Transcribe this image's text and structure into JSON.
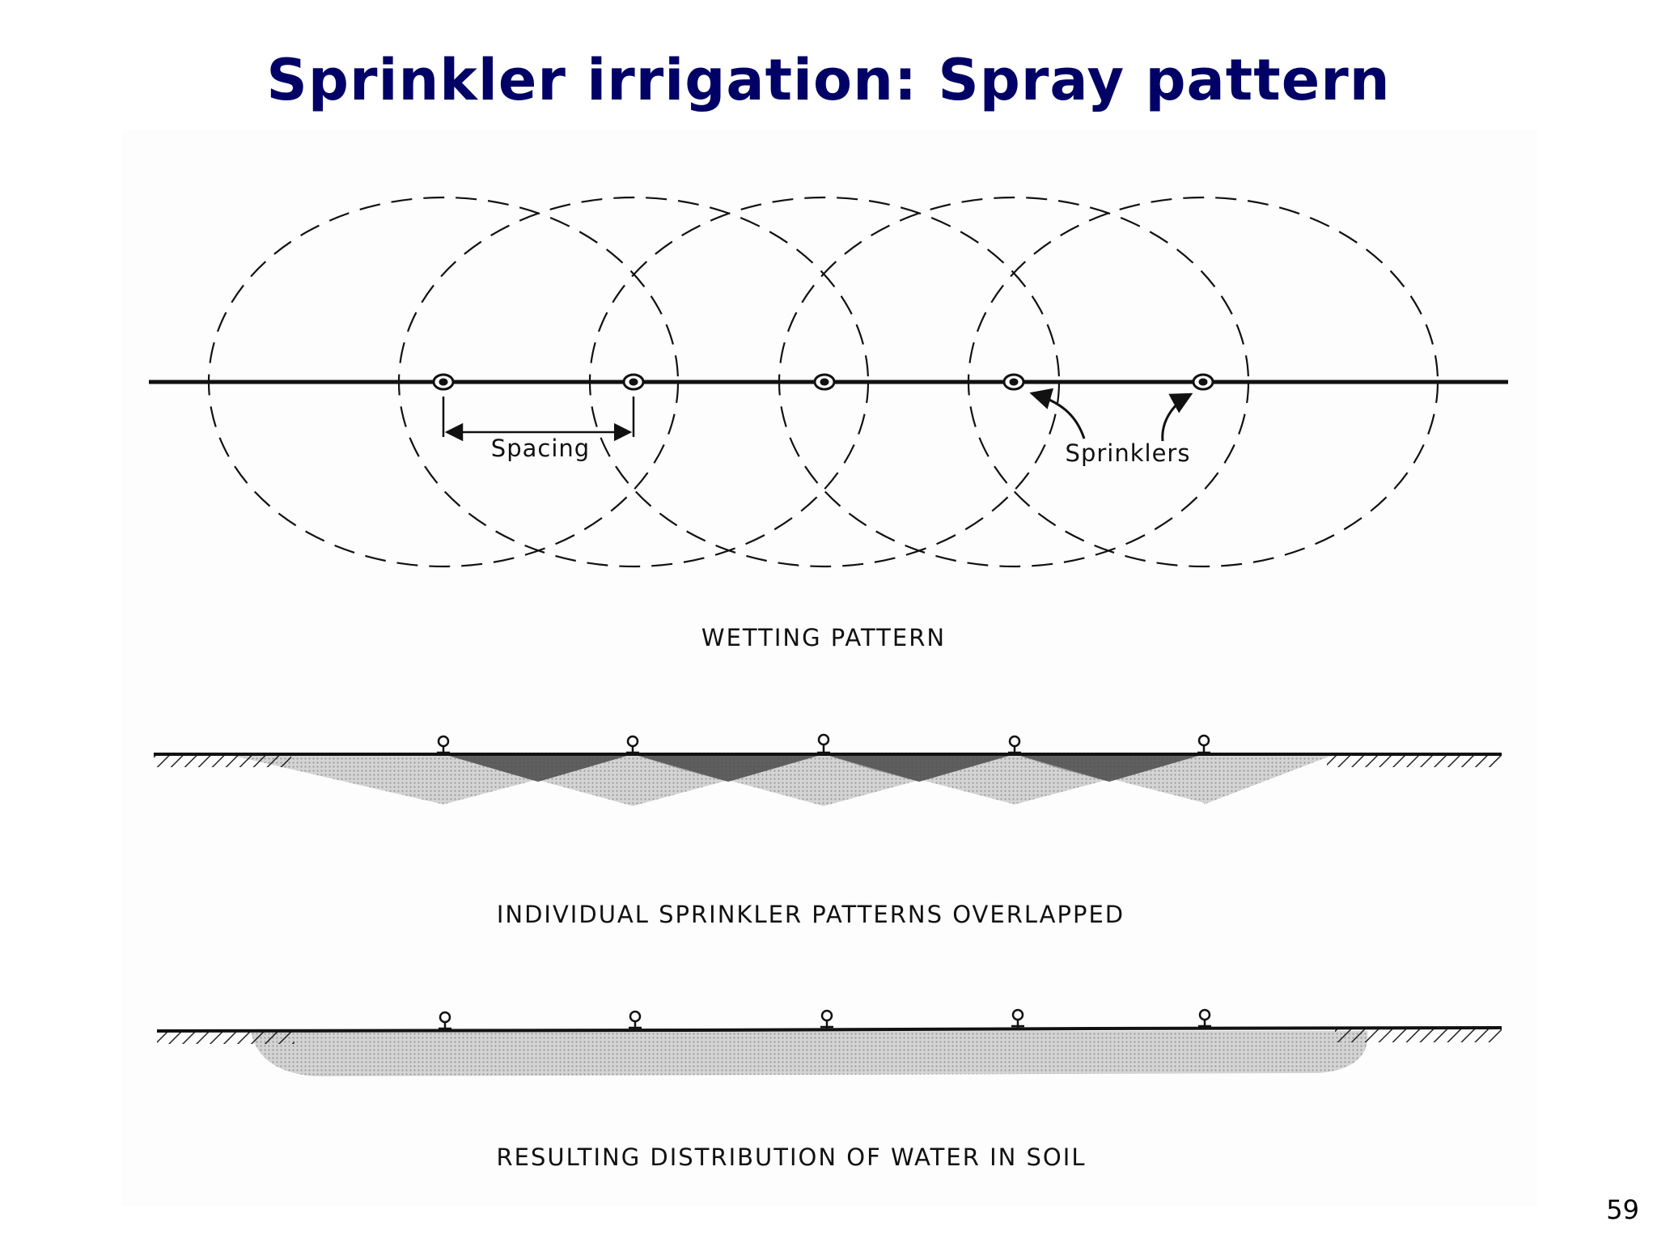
{
  "slide": {
    "title": "Sprinkler irrigation: Spray pattern",
    "page_number": "59"
  },
  "figure": {
    "labels": {
      "spacing": "Spacing",
      "sprinklers": "Sprinklers"
    },
    "captions": {
      "wetting": "WETTING PATTERN",
      "overlap": "INDIVIDUAL SPRINKLER PATTERNS OVERLAPPED",
      "distribution": "RESULTING DISTRIBUTION OF WATER IN SOIL"
    },
    "sprinkler_count": 5
  },
  "colors": {
    "title": "#000066",
    "ink": "#111111",
    "light_fill": "#c9c9c9",
    "dark_fill": "#555555"
  }
}
